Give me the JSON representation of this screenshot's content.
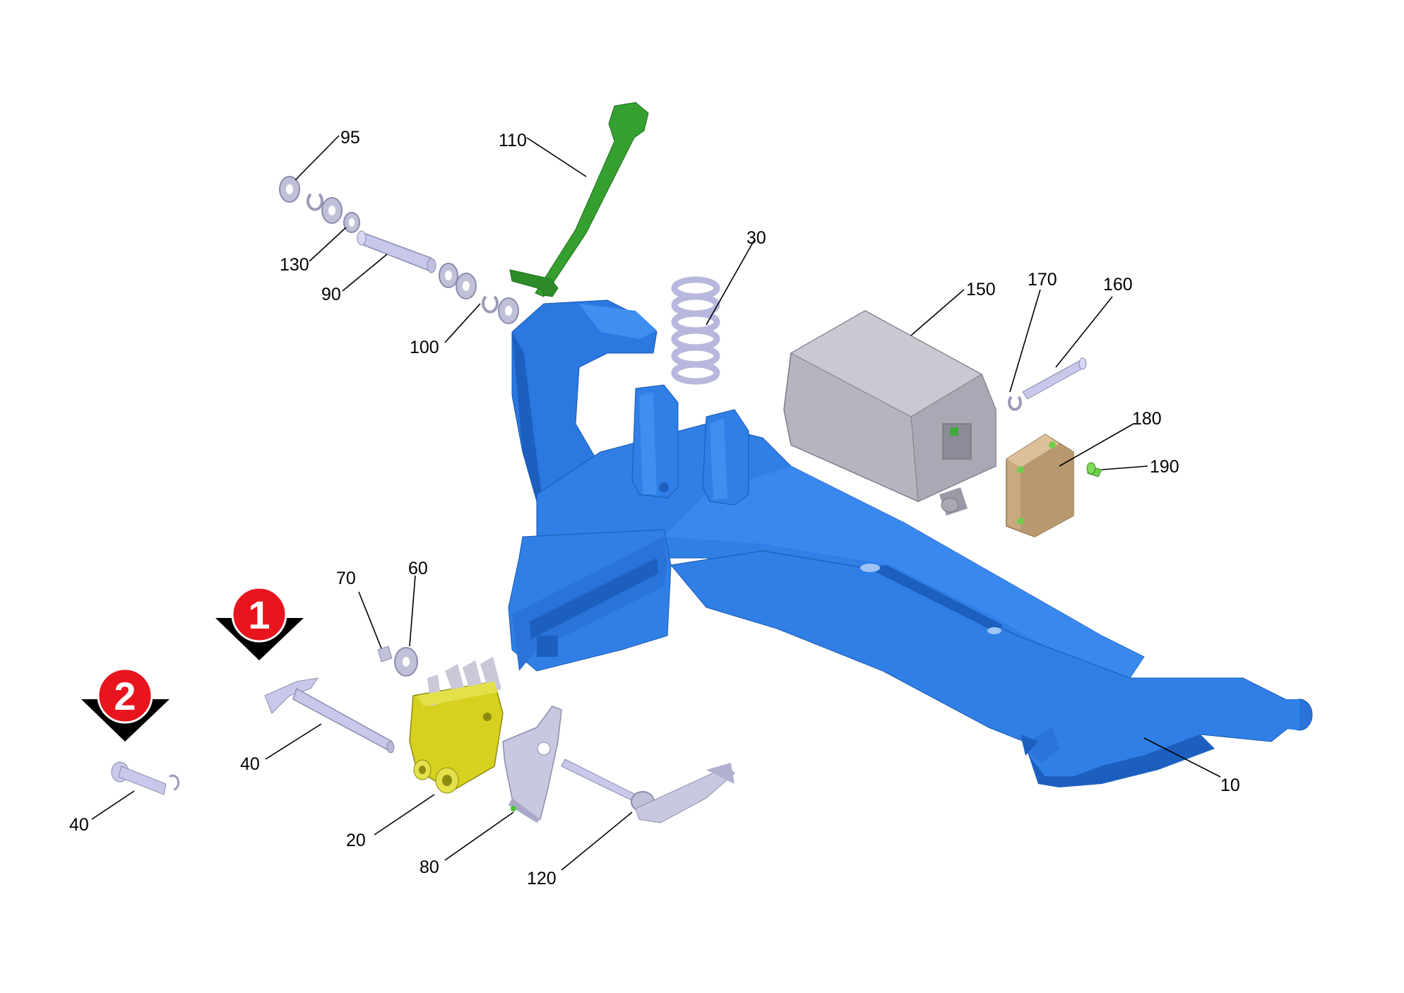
{
  "callouts": {
    "c95": "95",
    "c110": "110",
    "c130": "130",
    "c90": "90",
    "c100": "100",
    "c30": "30",
    "c150": "150",
    "c170": "170",
    "c160": "160",
    "c180": "180",
    "c190": "190",
    "c70": "70",
    "c60": "60",
    "c40a": "40",
    "c40b": "40",
    "c20": "20",
    "c80": "80",
    "c120": "120",
    "c10": "10"
  },
  "badges": {
    "b1": "1",
    "b2": "2"
  },
  "colors": {
    "frame": "#2f7fe6",
    "frame_shade": "#1f63c0",
    "lever": "#35a02f",
    "spring": "#c9c9ea",
    "box": "#b9b9c2",
    "cover": "#c8a980",
    "bracket": "#d6d11e",
    "hardware": "#bdbdd6",
    "badge": "#e8141e"
  }
}
